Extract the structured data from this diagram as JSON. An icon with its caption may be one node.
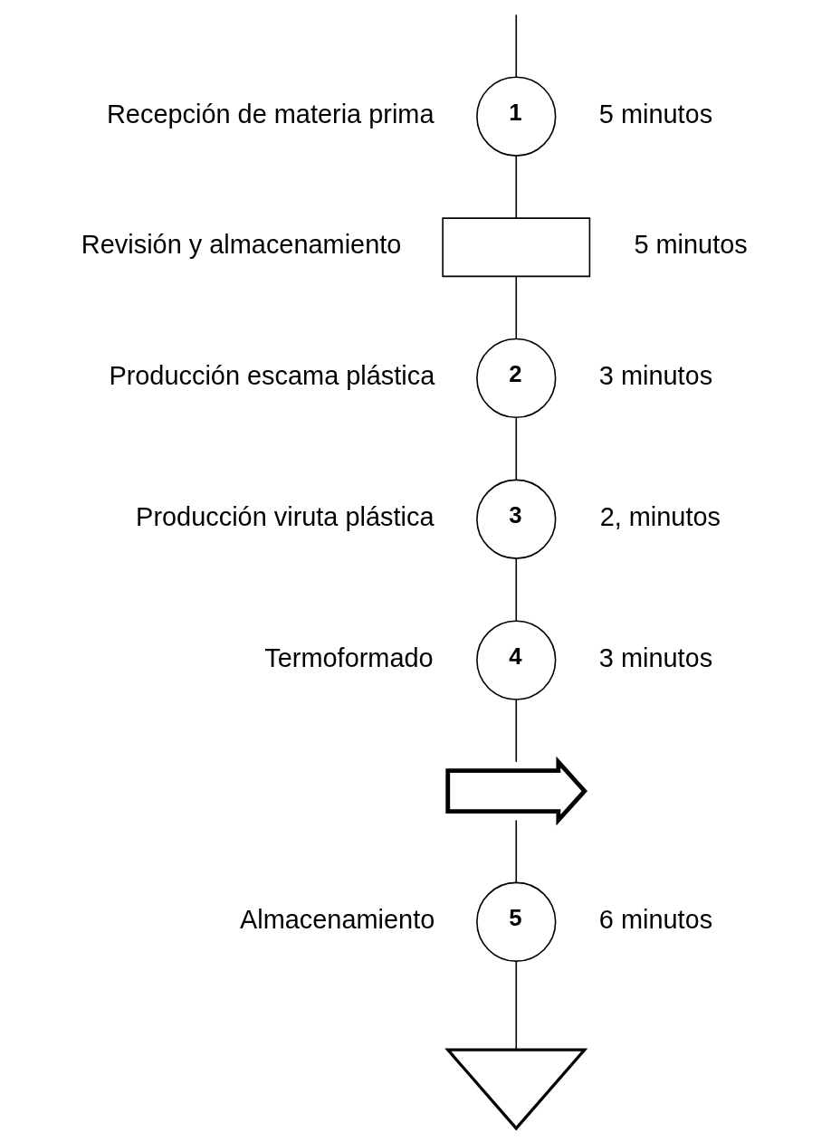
{
  "diagram": {
    "nodes": [
      {
        "text": [
          "1"
        ],
        "beside": [
          "Recepción de materia prima",
          "5 minutos"
        ]
      },
      {
        "text": [],
        "shape": "box",
        "beside": [
          "Revisión y almacenamiento",
          "5 minutos"
        ]
      },
      {
        "text": [
          "2"
        ],
        "beside": [
          "Producción escama plástica",
          "3 minutos"
        ]
      },
      {
        "text": [
          "3"
        ],
        "beside": [
          "Producción viruta plástica",
          "2, minutos"
        ]
      },
      {
        "text": [
          "4"
        ],
        "beside": [
          "Termoformado",
          "3 minutos"
        ]
      },
      {
        "text": [],
        "shape": "arrow"
      },
      {
        "text": [
          "5"
        ],
        "beside": [
          "Almacenamiento",
          "6 minutos"
        ]
      },
      {
        "text": [],
        "shape": "triangle"
      }
    ],
    "edges": [
      {
        "from": null,
        "to": 0,
        "arrow": "none"
      },
      {
        "from": 0,
        "to": 1,
        "arrow": "none"
      },
      {
        "from": 1,
        "to": 2,
        "arrow": "none"
      },
      {
        "from": 2,
        "to": 3,
        "arrow": "none"
      },
      {
        "from": 3,
        "to": 4,
        "arrow": "none"
      },
      {
        "from": 4,
        "to": 5,
        "arrow": "none"
      },
      {
        "from": 5,
        "to": 6,
        "arrow": "none"
      },
      {
        "from": 6,
        "to": 7,
        "arrow": "none"
      }
    ]
  }
}
